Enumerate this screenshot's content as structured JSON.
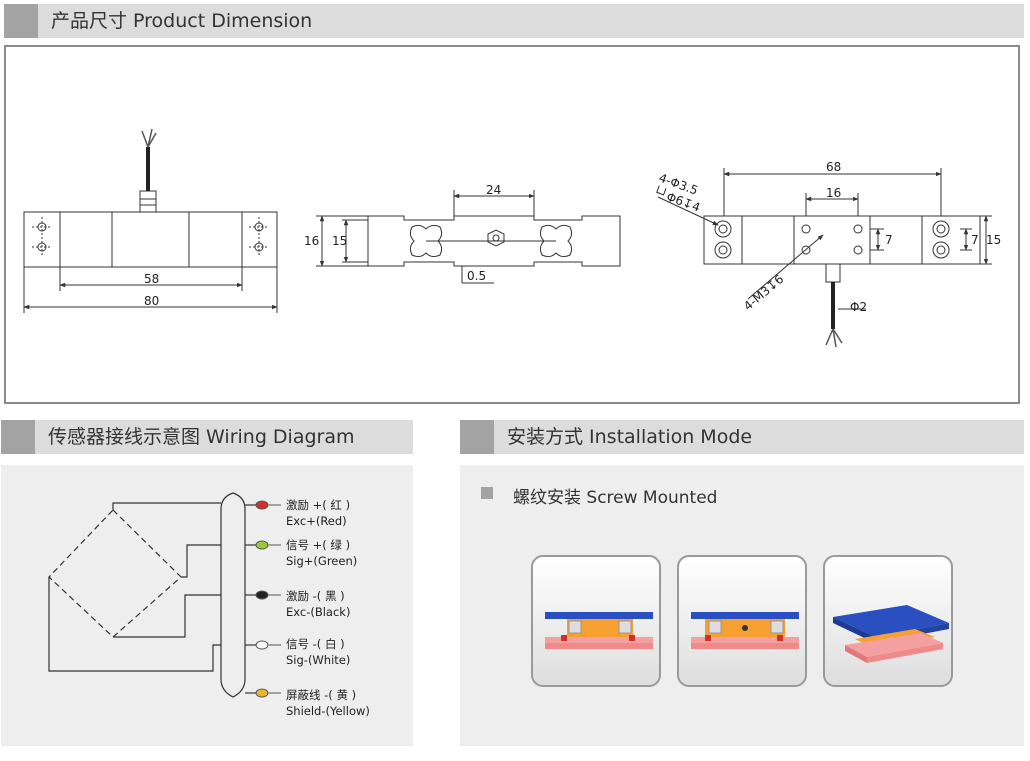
{
  "sections": {
    "product": "产品尺寸 Product Dimension",
    "wiring": "传感器接线示意图  Wiring Diagram",
    "install": "安装方式 Installation Mode"
  },
  "dimensions": {
    "d58": "58",
    "d80": "80",
    "d24": "24",
    "d16h": "16",
    "d15h": "15",
    "d05": "0.5",
    "d68": "68",
    "d16r": "16",
    "hole1": "4-Φ3.5",
    "hole2": "└┘Φ6↧4",
    "thread": "4-M3↧6",
    "d7a": "7",
    "d7b": "7",
    "d15r": "15",
    "cable": "Φ2"
  },
  "wiring": {
    "w1_cn": "激励 +( 红 )",
    "w1_en": "Exc+(Red)",
    "w2_cn": "信号 +( 绿 )",
    "w2_en": "Sig+(Green)",
    "w3_cn": "激励 -( 黑 )",
    "w3_en": "Exc-(Black)",
    "w4_cn": "信号 -( 白 )",
    "w4_en": "Sig-(White)",
    "w5_cn": "屏蔽线 -( 黄 )",
    "w5_en": "Shield-(Yellow)"
  },
  "install": {
    "subtitle": "螺纹安装 Screw Mounted"
  },
  "colors": {
    "header_bg": "#dcdcdc",
    "header_square": "#a3a3a3",
    "panel_bg": "#eeeeee",
    "plate_blue": "#2a4fc0",
    "body_orange": "#f5a030",
    "base_pink": "#f08a8a",
    "wire_red": "#d0302a",
    "wire_green": "#9cc93c",
    "wire_black": "#222222",
    "wire_white": "#bbbbbb",
    "wire_yellow": "#e8b82a"
  }
}
